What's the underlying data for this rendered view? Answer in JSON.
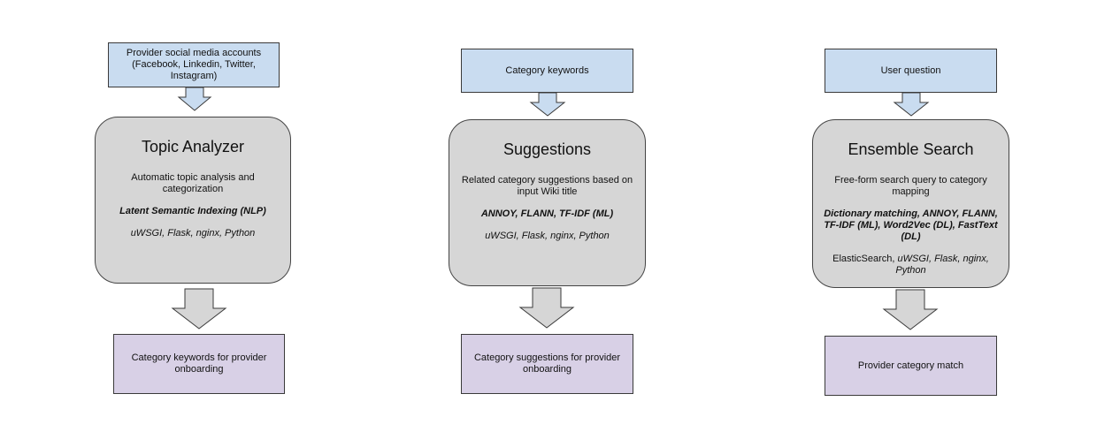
{
  "columns": [
    {
      "input": "Provider social media accounts (Facebook, Linkedin, Twitter, Instagram)",
      "title": "Topic Analyzer",
      "description": "Automatic topic analysis and categorization",
      "methods": "Latent Semantic Indexing (NLP)",
      "stack_plain": "",
      "stack_italic": "uWSGI, Flask, nginx, Python",
      "output": "Category keywords for provider onboarding"
    },
    {
      "input": "Category keywords",
      "title": "Suggestions",
      "description": "Related category suggestions based on input Wiki title",
      "methods": "ANNOY, FLANN, TF-IDF (ML)",
      "stack_plain": "",
      "stack_italic": "uWSGI, Flask, nginx, Python",
      "output": "Category suggestions for provider onboarding"
    },
    {
      "input": "User question",
      "title": "Ensemble Search",
      "description": "Free-form search query to category mapping",
      "methods": "Dictionary matching, ANNOY, FLANN, TF-IDF (ML), Word2Vec (DL), FastText (DL)",
      "stack_plain": "ElasticSearch, ",
      "stack_italic": "uWSGI, Flask, nginx, Python",
      "output": "Provider category match"
    }
  ],
  "colors": {
    "input_fill": "#c9dcf0",
    "process_fill": "#d6d6d6",
    "output_fill": "#d8d0e6",
    "arrow_small_fill": "#c9dcf0",
    "arrow_large_fill": "#d6d6d6"
  }
}
